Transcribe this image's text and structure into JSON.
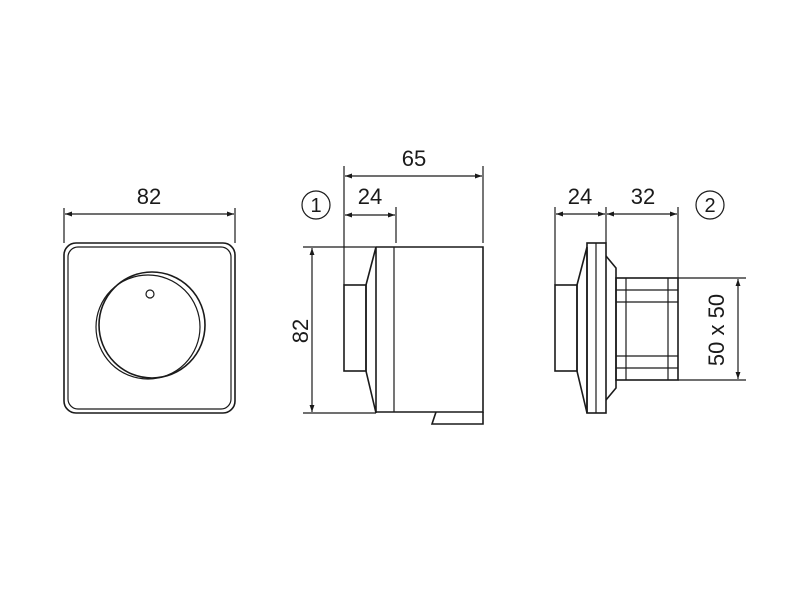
{
  "front_view": {
    "width_label": "82"
  },
  "side_view": {
    "callout": "1",
    "depth_label": "65",
    "front_depth_label": "24",
    "height_label": "82"
  },
  "back_view": {
    "callout": "2",
    "front_depth_label": "24",
    "back_depth_label": "32",
    "cutout_label": "50 x 50"
  },
  "colors": {
    "line": "#1a1a1a",
    "background": "#ffffff"
  }
}
